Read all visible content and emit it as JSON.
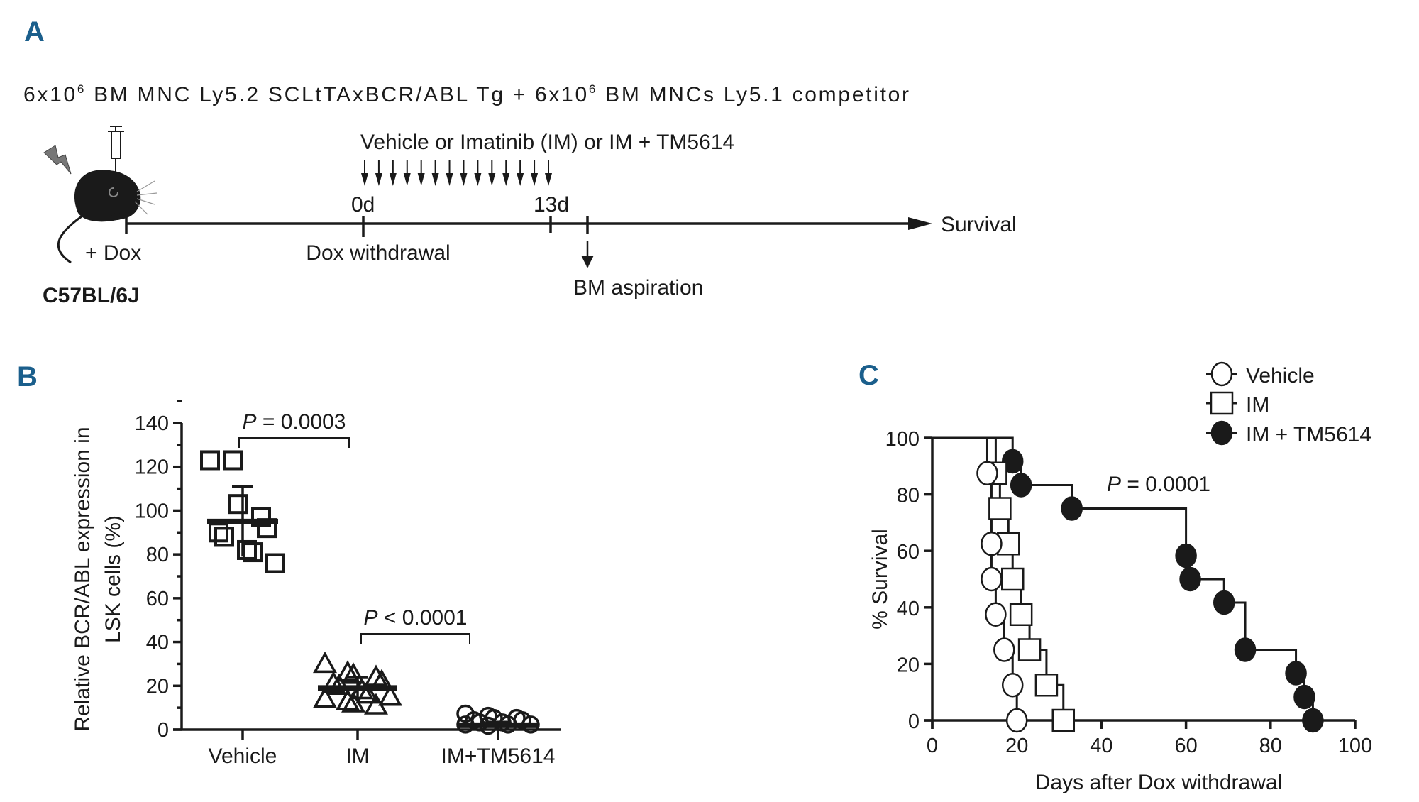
{
  "panel_labels": {
    "a": "A",
    "b": "B",
    "c": "C"
  },
  "colors": {
    "panel_label": "#1b5f8c",
    "ink": "#1a1a1a"
  },
  "schematic": {
    "transplant_parts": [
      "6x10",
      "6",
      " BM MNC   Ly5.2 SCLtTAxBCR/ABL Tg + 6x10",
      "6",
      " BM MNCs Ly5.1 competitor"
    ],
    "treatment": "Vehicle or Imatinib (IM) or IM + TM5614",
    "dose_arrows": 14,
    "day0": "0d",
    "day13": "13d",
    "plus_dox": "+ Dox",
    "dox_withdrawal": "Dox withdrawal",
    "bm_aspiration": "BM aspiration",
    "survival": "Survival",
    "strain": "C57BL/6J",
    "icons": [
      "irradiation-bolt-icon",
      "syringe-icon",
      "mouse-icon"
    ]
  },
  "chart_data": [
    {
      "type": "scatter",
      "title": "",
      "ylabel_line1": "Relative BCR/ABL expression in",
      "ylabel_line2": "LSK cells (%)",
      "xlabel": "",
      "ylim": [
        0,
        140
      ],
      "yticks": [
        "0",
        "20",
        "40",
        "60",
        "80",
        "100",
        "120",
        "140"
      ],
      "categories": [
        "Vehicle",
        "IM",
        "IM+TM5614"
      ],
      "series": [
        {
          "name": "Vehicle",
          "marker": "square",
          "values": [
            123,
            123,
            103,
            97,
            92,
            90,
            88,
            82,
            81,
            76
          ],
          "mean": 95,
          "sd": 16
        },
        {
          "name": "IM",
          "marker": "triangle",
          "values": [
            30,
            26,
            25,
            24,
            22,
            21,
            20,
            18,
            16,
            15,
            14,
            13,
            12,
            11
          ],
          "mean": 19,
          "sd": 5
        },
        {
          "name": "IM+TM5614",
          "marker": "circle",
          "values": [
            6,
            5,
            4,
            4,
            3,
            3,
            2,
            2,
            1,
            1,
            1,
            0.5
          ],
          "mean": 2,
          "sd": 1.5
        }
      ],
      "annotations": [
        {
          "from": "Vehicle",
          "to": "IM",
          "p_italic": "P",
          "p_text": " = 0.0003"
        },
        {
          "from": "IM",
          "to": "IM+TM5614",
          "p_italic": "P",
          "p_text": " < 0.0001"
        }
      ]
    },
    {
      "type": "line",
      "subtype": "kaplan-meier",
      "xlabel": "Days after Dox withdrawal",
      "ylabel": "% Survival",
      "xlim": [
        0,
        100
      ],
      "ylim": [
        0,
        100
      ],
      "xticks": [
        "0",
        "20",
        "40",
        "60",
        "80",
        "100"
      ],
      "yticks": [
        "0",
        "20",
        "40",
        "60",
        "80",
        "100"
      ],
      "legend_position": "top-right",
      "series": [
        {
          "name": "Vehicle",
          "marker": "open-circle",
          "events": [
            [
              13,
              87.5
            ],
            [
              14,
              62.5
            ],
            [
              14,
              50
            ],
            [
              15,
              37.5
            ],
            [
              17,
              25
            ],
            [
              19,
              12.5
            ],
            [
              20,
              0
            ]
          ]
        },
        {
          "name": "IM",
          "marker": "open-square",
          "events": [
            [
              15,
              87.5
            ],
            [
              16,
              75
            ],
            [
              18,
              62.5
            ],
            [
              19,
              50
            ],
            [
              21,
              37.5
            ],
            [
              23,
              25
            ],
            [
              27,
              12.5
            ],
            [
              31,
              0
            ]
          ]
        },
        {
          "name": "IM + TM5614",
          "marker": "filled-circle",
          "events": [
            [
              19,
              91.7
            ],
            [
              21,
              83.3
            ],
            [
              33,
              75
            ],
            [
              60,
              58.3
            ],
            [
              61,
              50
            ],
            [
              69,
              41.7
            ],
            [
              74,
              25
            ],
            [
              86,
              16.7
            ],
            [
              88,
              8.3
            ],
            [
              90,
              0
            ]
          ]
        }
      ],
      "annotation": {
        "p_italic": "P",
        "p_text": " = 0.0001"
      }
    }
  ]
}
